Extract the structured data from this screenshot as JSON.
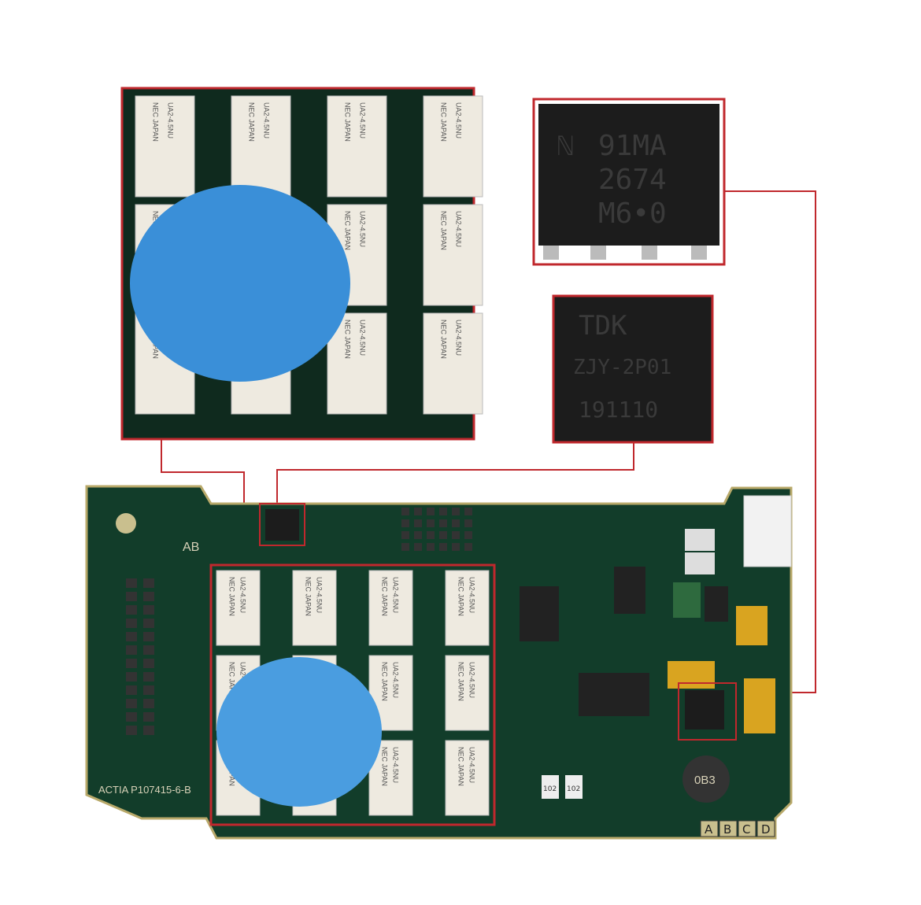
{
  "colors": {
    "frame_red": "#c0282d",
    "pcb_green": "#123d2a",
    "varistor_blue": "#3a8fd8",
    "chip_black": "#1c1c1c"
  },
  "chip_top": {
    "lines": [
      "91MA",
      "2674",
      "M6•0"
    ]
  },
  "chip_tdk": {
    "lines": [
      "TDK",
      "ZJY-2P01",
      "191110"
    ]
  },
  "relay": {
    "brand": "NEC JAPAN",
    "model": "UA2-4.5NU"
  },
  "board": {
    "marking": "ACTIA P107415-6-B",
    "logo": "AB",
    "inductor": "0B3",
    "resistor": "102",
    "connector_labels": [
      "A",
      "B",
      "C",
      "D"
    ]
  }
}
